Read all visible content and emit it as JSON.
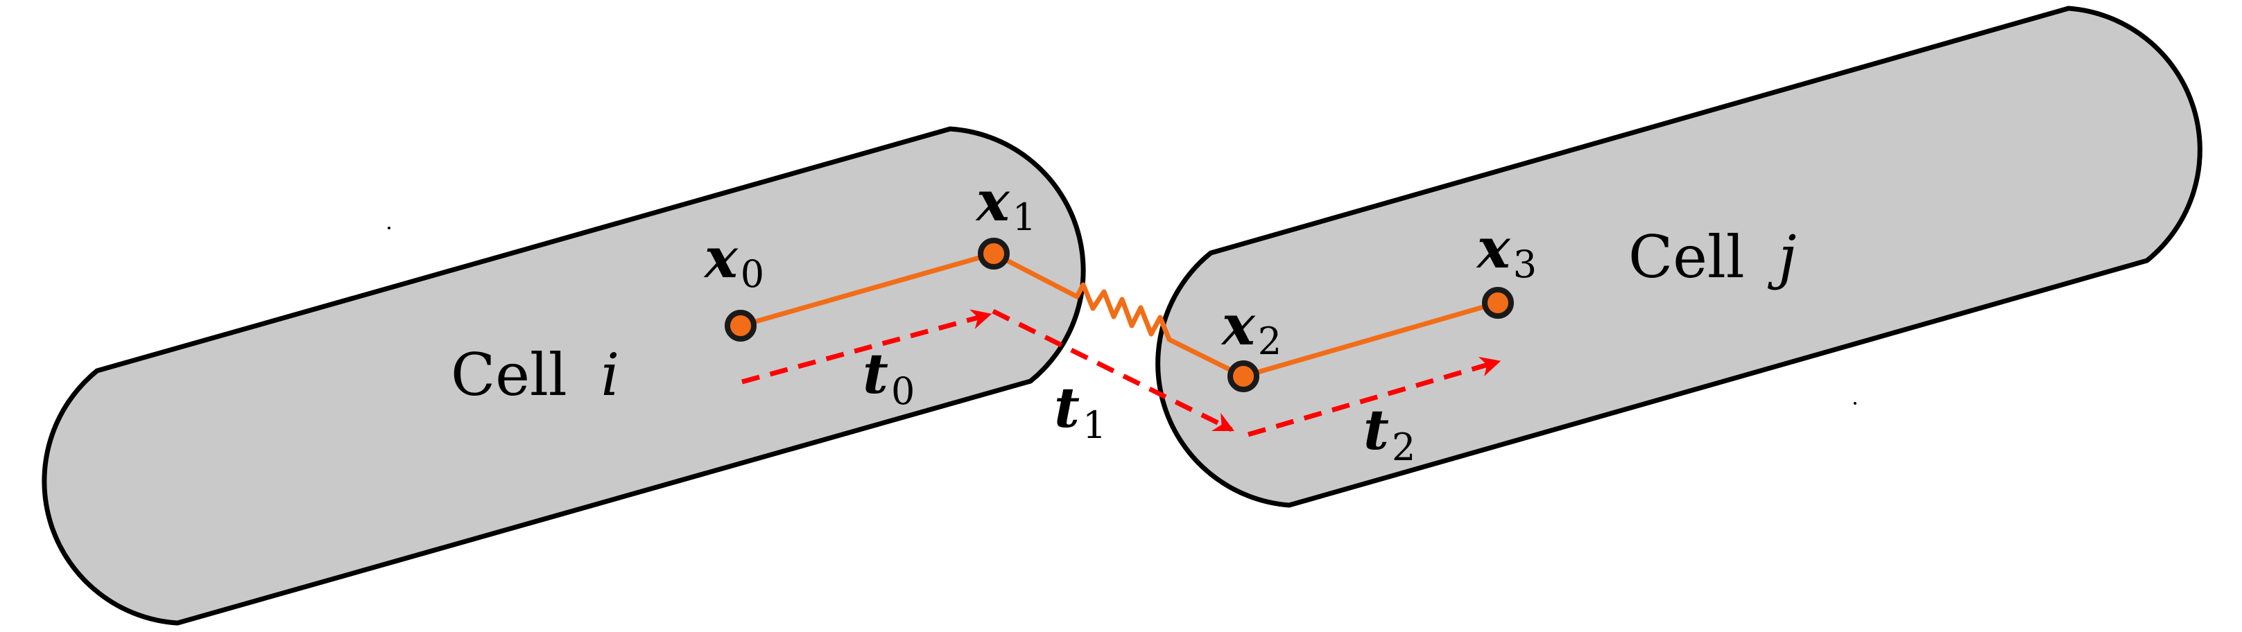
{
  "colors": {
    "cell_fill": "#c9c9c9",
    "cell_stroke": "#000000",
    "path": "#f26d17",
    "tangent": "#ff0000",
    "node_fill": "#f26d17"
  },
  "cells": {
    "cell_i": {
      "prefix": "Cell",
      "symbol": "i"
    },
    "cell_j": {
      "prefix": "Cell",
      "symbol": "j"
    }
  },
  "points": {
    "x0": {
      "base": "x",
      "sub": "0"
    },
    "x1": {
      "base": "x",
      "sub": "1"
    },
    "x2": {
      "base": "x",
      "sub": "2"
    },
    "x3": {
      "base": "x",
      "sub": "3"
    }
  },
  "tangents": {
    "t0": {
      "base": "t",
      "sub": "0"
    },
    "t1": {
      "base": "t",
      "sub": "1"
    },
    "t2": {
      "base": "t",
      "sub": "2"
    }
  }
}
